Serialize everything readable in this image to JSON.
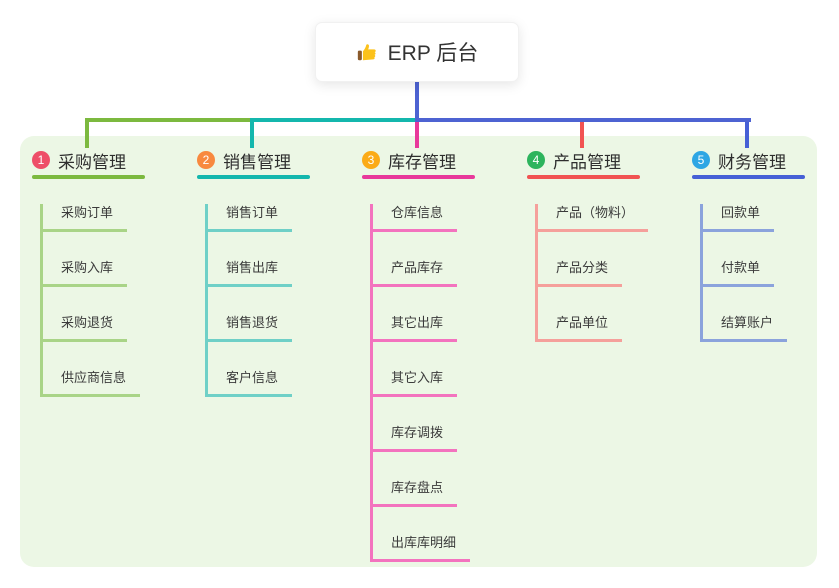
{
  "root": {
    "label": "ERP 后台",
    "icon": "thumbs-up-icon"
  },
  "panel_bg": "#ecf7e5",
  "connectors": {
    "root_line_color": "#4d63d2",
    "bus_segments": [
      "#7cb93f",
      "#14b7ad",
      "#4d63d2"
    ]
  },
  "branches": [
    {
      "num": "1",
      "title": "采购管理",
      "badge_color": "#ee4e68",
      "line_color": "#7cb93f",
      "light_color": "#a9d487",
      "children": [
        "采购订单",
        "采购入库",
        "采购退货",
        "供应商信息"
      ]
    },
    {
      "num": "2",
      "title": "销售管理",
      "badge_color": "#f8893f",
      "line_color": "#14b7ad",
      "light_color": "#6fd0c7",
      "children": [
        "销售订单",
        "销售出库",
        "销售退货",
        "客户信息"
      ]
    },
    {
      "num": "3",
      "title": "库存管理",
      "badge_color": "#fbab17",
      "line_color": "#e8399b",
      "light_color": "#f373be",
      "children": [
        "仓库信息",
        "产品库存",
        "其它出库",
        "其它入库",
        "库存调拨",
        "库存盘点",
        "出库库明细"
      ]
    },
    {
      "num": "4",
      "title": "产品管理",
      "badge_color": "#2db45d",
      "line_color": "#f15352",
      "light_color": "#f5a09b",
      "children": [
        "产品（物料）",
        "产品分类",
        "产品单位"
      ]
    },
    {
      "num": "5",
      "title": "财务管理",
      "badge_color": "#2ea6e4",
      "line_color": "#4660d6",
      "light_color": "#8ba3dc",
      "children": [
        "回款单",
        "付款单",
        "结算账户"
      ]
    }
  ]
}
